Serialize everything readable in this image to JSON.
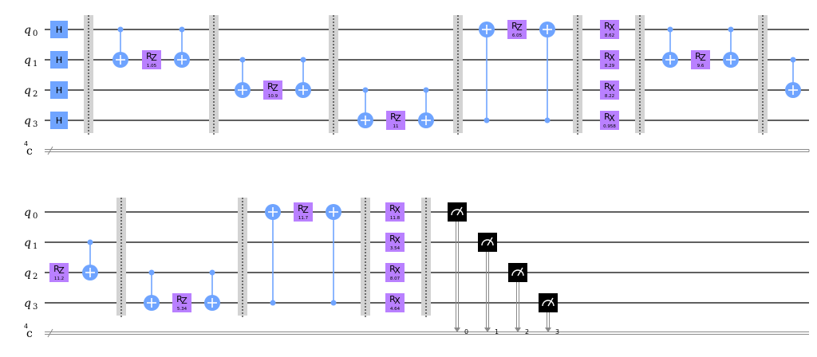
{
  "circuit": {
    "qubit_labels": [
      "q",
      "q",
      "q",
      "q"
    ],
    "qubit_indices": [
      "0",
      "1",
      "2",
      "3"
    ],
    "classical_label": "c",
    "classical_size": "4",
    "rows": [
      {
        "gates": [
          {
            "type": "H",
            "qubit": 0,
            "label": "H"
          },
          {
            "type": "H",
            "qubit": 1,
            "label": "H"
          },
          {
            "type": "H",
            "qubit": 2,
            "label": "H"
          },
          {
            "type": "H",
            "qubit": 3,
            "label": "H"
          },
          {
            "type": "barrier"
          },
          {
            "type": "cx",
            "control": 0,
            "target": 1
          },
          {
            "type": "rz",
            "qubit": 1,
            "label": "R",
            "sub": "Z",
            "param": "1.05"
          },
          {
            "type": "cx",
            "control": 0,
            "target": 1
          },
          {
            "type": "barrier"
          },
          {
            "type": "cx",
            "control": 1,
            "target": 2
          },
          {
            "type": "rz",
            "qubit": 2,
            "label": "R",
            "sub": "Z",
            "param": "10.9"
          },
          {
            "type": "cx",
            "control": 1,
            "target": 2
          },
          {
            "type": "barrier"
          },
          {
            "type": "cx",
            "control": 2,
            "target": 3
          },
          {
            "type": "rz",
            "qubit": 3,
            "label": "R",
            "sub": "Z",
            "param": "11"
          },
          {
            "type": "cx",
            "control": 2,
            "target": 3
          },
          {
            "type": "barrier"
          },
          {
            "type": "cx",
            "control": 3,
            "target": 0
          },
          {
            "type": "rz",
            "qubit": 0,
            "label": "R",
            "sub": "Z",
            "param": "6.05"
          },
          {
            "type": "cx",
            "control": 3,
            "target": 0
          },
          {
            "type": "barrier"
          },
          {
            "type": "rx",
            "qubit": 0,
            "label": "R",
            "sub": "X",
            "param": "8.62"
          },
          {
            "type": "rx",
            "qubit": 1,
            "label": "R",
            "sub": "X",
            "param": "8.29"
          },
          {
            "type": "rx",
            "qubit": 2,
            "label": "R",
            "sub": "X",
            "param": "8.22"
          },
          {
            "type": "rx",
            "qubit": 3,
            "label": "R",
            "sub": "X",
            "param": "0.958"
          },
          {
            "type": "barrier"
          },
          {
            "type": "cx",
            "control": 0,
            "target": 1
          },
          {
            "type": "rz",
            "qubit": 1,
            "label": "R",
            "sub": "Z",
            "param": "9.6"
          },
          {
            "type": "cx",
            "control": 0,
            "target": 1
          },
          {
            "type": "barrier"
          },
          {
            "type": "cx",
            "control": 1,
            "target": 2
          }
        ]
      },
      {
        "gates": [
          {
            "type": "rz",
            "qubit": 2,
            "label": "R",
            "sub": "Z",
            "param": "11.2"
          },
          {
            "type": "cx",
            "control": 1,
            "target": 2
          },
          {
            "type": "barrier"
          },
          {
            "type": "cx",
            "control": 2,
            "target": 3
          },
          {
            "type": "rz",
            "qubit": 3,
            "label": "R",
            "sub": "Z",
            "param": "5.34"
          },
          {
            "type": "cx",
            "control": 2,
            "target": 3
          },
          {
            "type": "barrier"
          },
          {
            "type": "cx",
            "control": 3,
            "target": 0
          },
          {
            "type": "rz",
            "qubit": 0,
            "label": "R",
            "sub": "Z",
            "param": "11.7"
          },
          {
            "type": "cx",
            "control": 3,
            "target": 0
          },
          {
            "type": "barrier"
          },
          {
            "type": "rx",
            "qubit": 0,
            "label": "R",
            "sub": "X",
            "param": "11.8"
          },
          {
            "type": "rx",
            "qubit": 1,
            "label": "R",
            "sub": "X",
            "param": "3.54"
          },
          {
            "type": "rx",
            "qubit": 2,
            "label": "R",
            "sub": "X",
            "param": "8.07"
          },
          {
            "type": "rx",
            "qubit": 3,
            "label": "R",
            "sub": "X",
            "param": "4.64"
          },
          {
            "type": "barrier"
          },
          {
            "type": "measure",
            "qubit": 0,
            "cbit": "0"
          },
          {
            "type": "measure",
            "qubit": 1,
            "cbit": "1"
          },
          {
            "type": "measure",
            "qubit": 2,
            "cbit": "2"
          },
          {
            "type": "measure",
            "qubit": 3,
            "cbit": "3"
          }
        ]
      }
    ],
    "colors": {
      "h_gate": "#6fa4ff",
      "rotation_gate": "#b980ff",
      "cx": "#6fa4ff",
      "barrier": "#d3d3d3",
      "measure": "#000000",
      "classical_wire": "#8a8a8a"
    }
  }
}
